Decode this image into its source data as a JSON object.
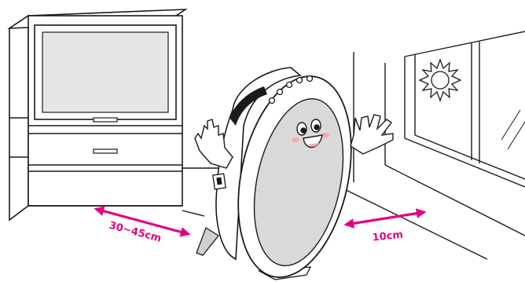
{
  "labels": {
    "tv_distance": "30~45cm",
    "wall_distance": "10cm"
  },
  "colors": {
    "dimension_arrow": "#e4007f",
    "outline": "#1a1a1a",
    "screen": "#e6e6e6",
    "face_panel": "#d9d9d9",
    "cheek": "#f4a9a8"
  },
  "icons": {
    "sun": "sun-icon",
    "robot": "robot-character"
  }
}
